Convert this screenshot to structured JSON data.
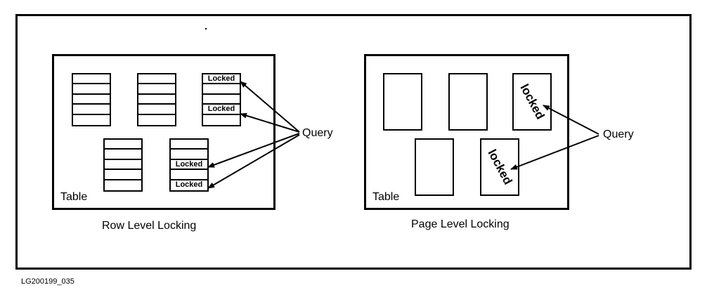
{
  "row_diagram": {
    "table_label": "Table",
    "caption": "Row Level Locking",
    "query_label": "Query",
    "stacks": [
      {
        "rows": [
          "",
          "",
          "",
          "",
          ""
        ]
      },
      {
        "rows": [
          "",
          "",
          "",
          "",
          ""
        ]
      },
      {
        "rows": [
          "Locked",
          "",
          "",
          "Locked",
          ""
        ]
      },
      {
        "rows": [
          "",
          "",
          "",
          "",
          ""
        ]
      },
      {
        "rows": [
          "",
          "",
          "Locked",
          "",
          "Locked"
        ]
      }
    ]
  },
  "page_diagram": {
    "table_label": "Table",
    "caption": "Page Level Locking",
    "query_label": "Query",
    "pages": [
      {
        "text": ""
      },
      {
        "text": ""
      },
      {
        "text": "locked"
      },
      {
        "text": ""
      },
      {
        "text": "locked"
      }
    ]
  },
  "figure_id": "LG200199_035"
}
